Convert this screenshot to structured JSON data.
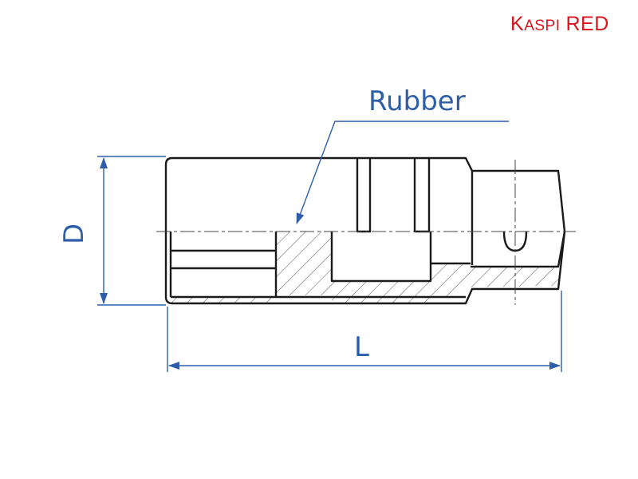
{
  "brand": {
    "first_letter": "K",
    "rest": "aspi",
    "second_word": "RED",
    "color": "#d9141c"
  },
  "labels": {
    "rubber": "Rubber",
    "diameter": "D",
    "length": "L"
  },
  "colors": {
    "dimension": "#2f5ea9",
    "outline": "#1a1a1a",
    "hatch": "#555555"
  }
}
